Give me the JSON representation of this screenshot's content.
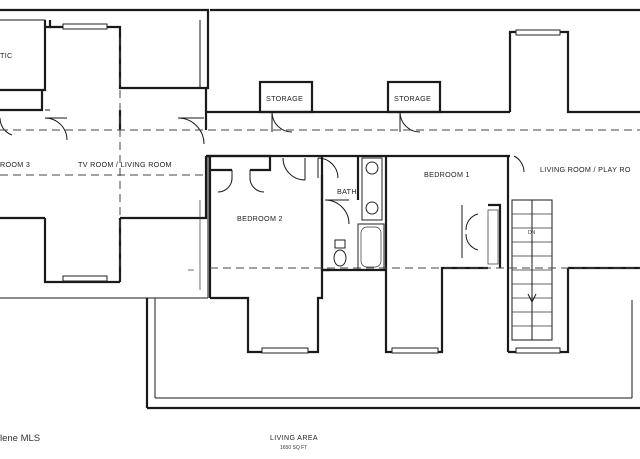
{
  "labels": {
    "attic": "TIC",
    "bedroom3": "ROOM 3",
    "tv_room": "TV ROOM / LIVING ROOM",
    "storage_left": "STORAGE",
    "storage_right": "STORAGE",
    "bedroom2": "BEDROOM 2",
    "bath": "BATH",
    "bedroom1": "BEDROOM 1",
    "living_play": "LIVING ROOM / PLAY RO",
    "stair_dn": "DN",
    "living_area_title": "LIVING AREA",
    "living_area_size": "1650 SQ FT"
  },
  "watermark": "lene MLS"
}
